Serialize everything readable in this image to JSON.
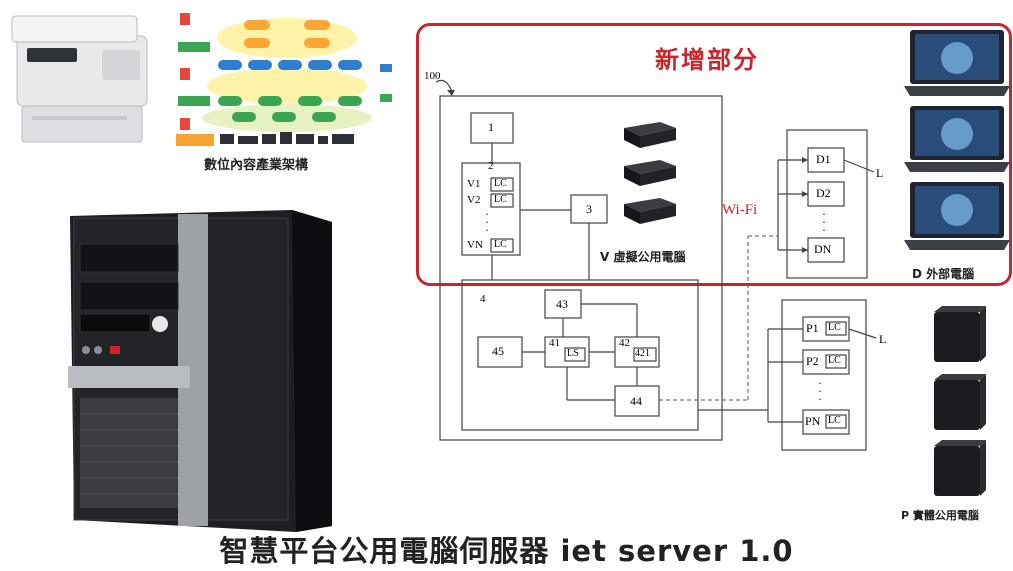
{
  "caption": "智慧平台公用電腦伺服器 iet server 1.0",
  "highlight_title": "新增部分",
  "labels": {
    "industry": "數位內容產業架構",
    "virtual_pc": "V 虛擬公用電腦",
    "external_pc": "D 外部電腦",
    "physical_pc": "P 實體公用電腦",
    "wifi": "Wi-Fi"
  },
  "diagram": {
    "ref100": "100",
    "b1": "1",
    "b2": "2",
    "b3": "3",
    "b4": "4",
    "b41": "41",
    "b42": "42",
    "b43": "43",
    "b44": "44",
    "b45": "45",
    "ls": "LS",
    "b421": "421",
    "lc": "LC",
    "v1": "V1",
    "v2": "V2",
    "vn": "VN",
    "d1": "D1",
    "d2": "D2",
    "dn": "DN",
    "p1": "P1",
    "p2": "P2",
    "pn": "PN",
    "l": "L",
    "dots": "·"
  },
  "colors": {
    "highlight": "#c8262c",
    "line": "#444444"
  }
}
